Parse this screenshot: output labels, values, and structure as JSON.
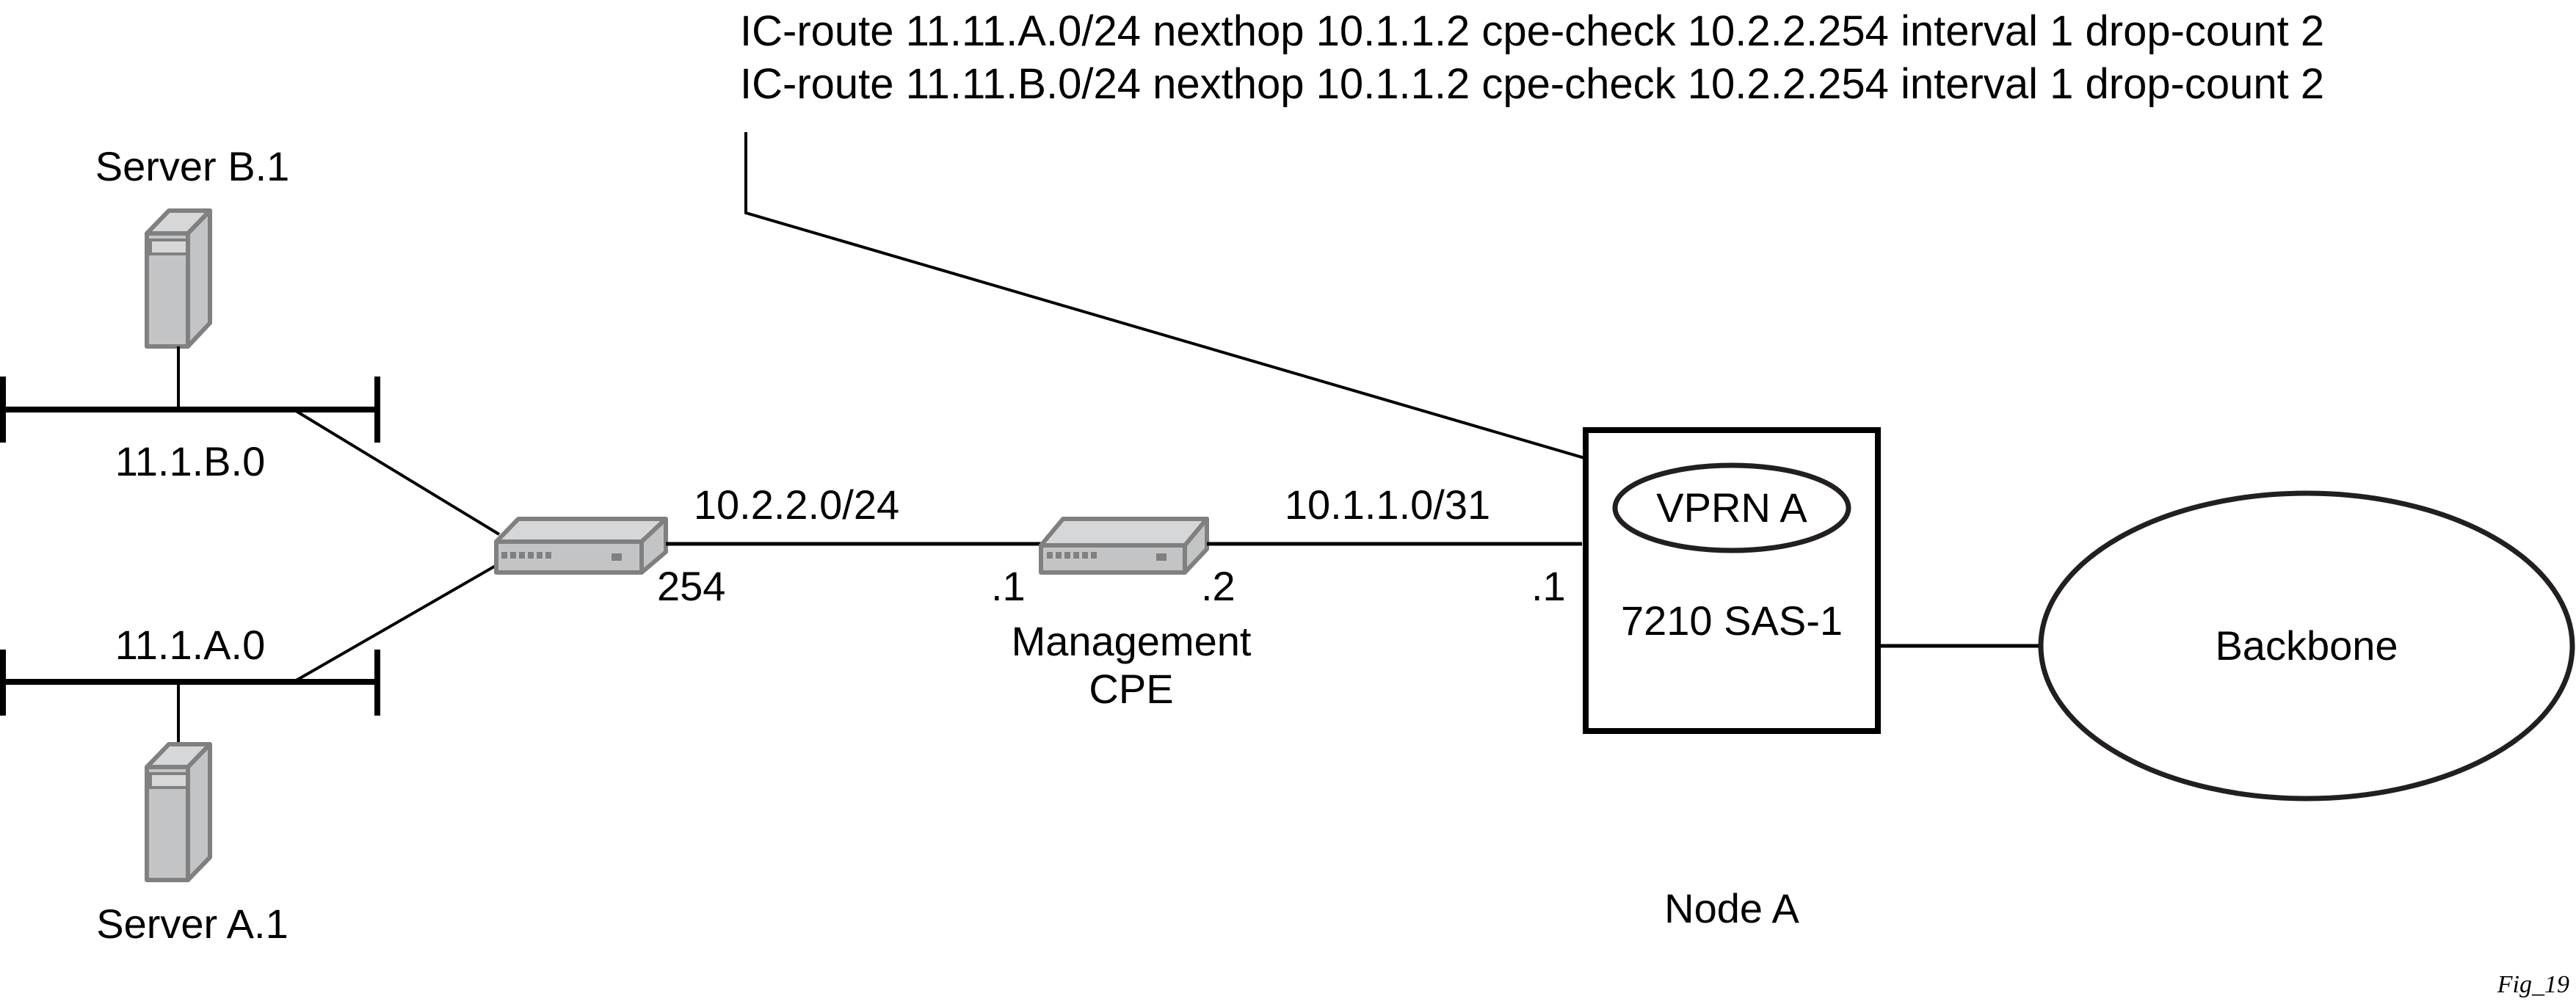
{
  "annotation": {
    "lines": [
      "IC-route 11.11.A.0/24 nexthop 10.1.1.2 cpe-check 10.2.2.254 interval 1 drop-count 2",
      "IC-route 11.11.B.0/24 nexthop 10.1.1.2 cpe-check 10.2.2.254 interval 1 drop-count 2"
    ]
  },
  "servers": {
    "b": {
      "label": "Server B.1",
      "icon": "server-tower-icon"
    },
    "a": {
      "label": "Server A.1",
      "icon": "server-tower-icon"
    }
  },
  "lans": {
    "b": {
      "label": "11.1.B.0"
    },
    "a": {
      "label": "11.1.A.0"
    }
  },
  "links": {
    "lan_link": {
      "subnet": "10.2.2.0/24",
      "left_addr": "254",
      "right_addr": ".1"
    },
    "wan_link": {
      "subnet": "10.1.1.0/31",
      "left_addr": ".2",
      "right_addr": ".1"
    }
  },
  "devices": {
    "router": {
      "icon": "router-switch-icon"
    },
    "cpe": {
      "label_line1": "Management",
      "label_line2": "CPE",
      "icon": "router-switch-icon"
    }
  },
  "node": {
    "vprn": "VPRN A",
    "model": "7210 SAS-1",
    "name": "Node A"
  },
  "backbone": {
    "label": "Backbone"
  },
  "figure_id": "Fig_19",
  "colors": {
    "line": "#000000",
    "device_face": "#c3c4c6",
    "device_top": "#d6d7d9",
    "device_edge": "#808080"
  }
}
